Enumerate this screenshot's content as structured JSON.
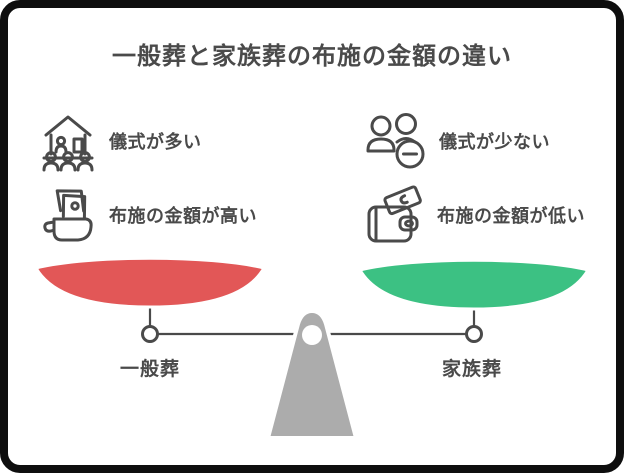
{
  "page": {
    "title": "一般葬と家族葬の布施の金額の違い"
  },
  "colors": {
    "text_dark": "#4a4a4a",
    "left_pan_red": "#e25757",
    "right_pan_green": "#3cc183",
    "fulcrum_gray": "#acacac",
    "frame_black": "#0e0e0e",
    "outline_white": "#ffffff"
  },
  "left_column": {
    "items": [
      {
        "icon": "funeral-ceremony-icon",
        "label": "儀式が多い"
      },
      {
        "icon": "offering-money-hand-icon",
        "label": "布施の金額が高い"
      }
    ]
  },
  "right_column": {
    "items": [
      {
        "icon": "few-people-minus-icon",
        "label": "儀式が少ない"
      },
      {
        "icon": "wallet-money-icon",
        "label": "布施の金額が低い"
      }
    ]
  },
  "scale": {
    "left_label": "一般葬",
    "right_label": "家族葬"
  }
}
